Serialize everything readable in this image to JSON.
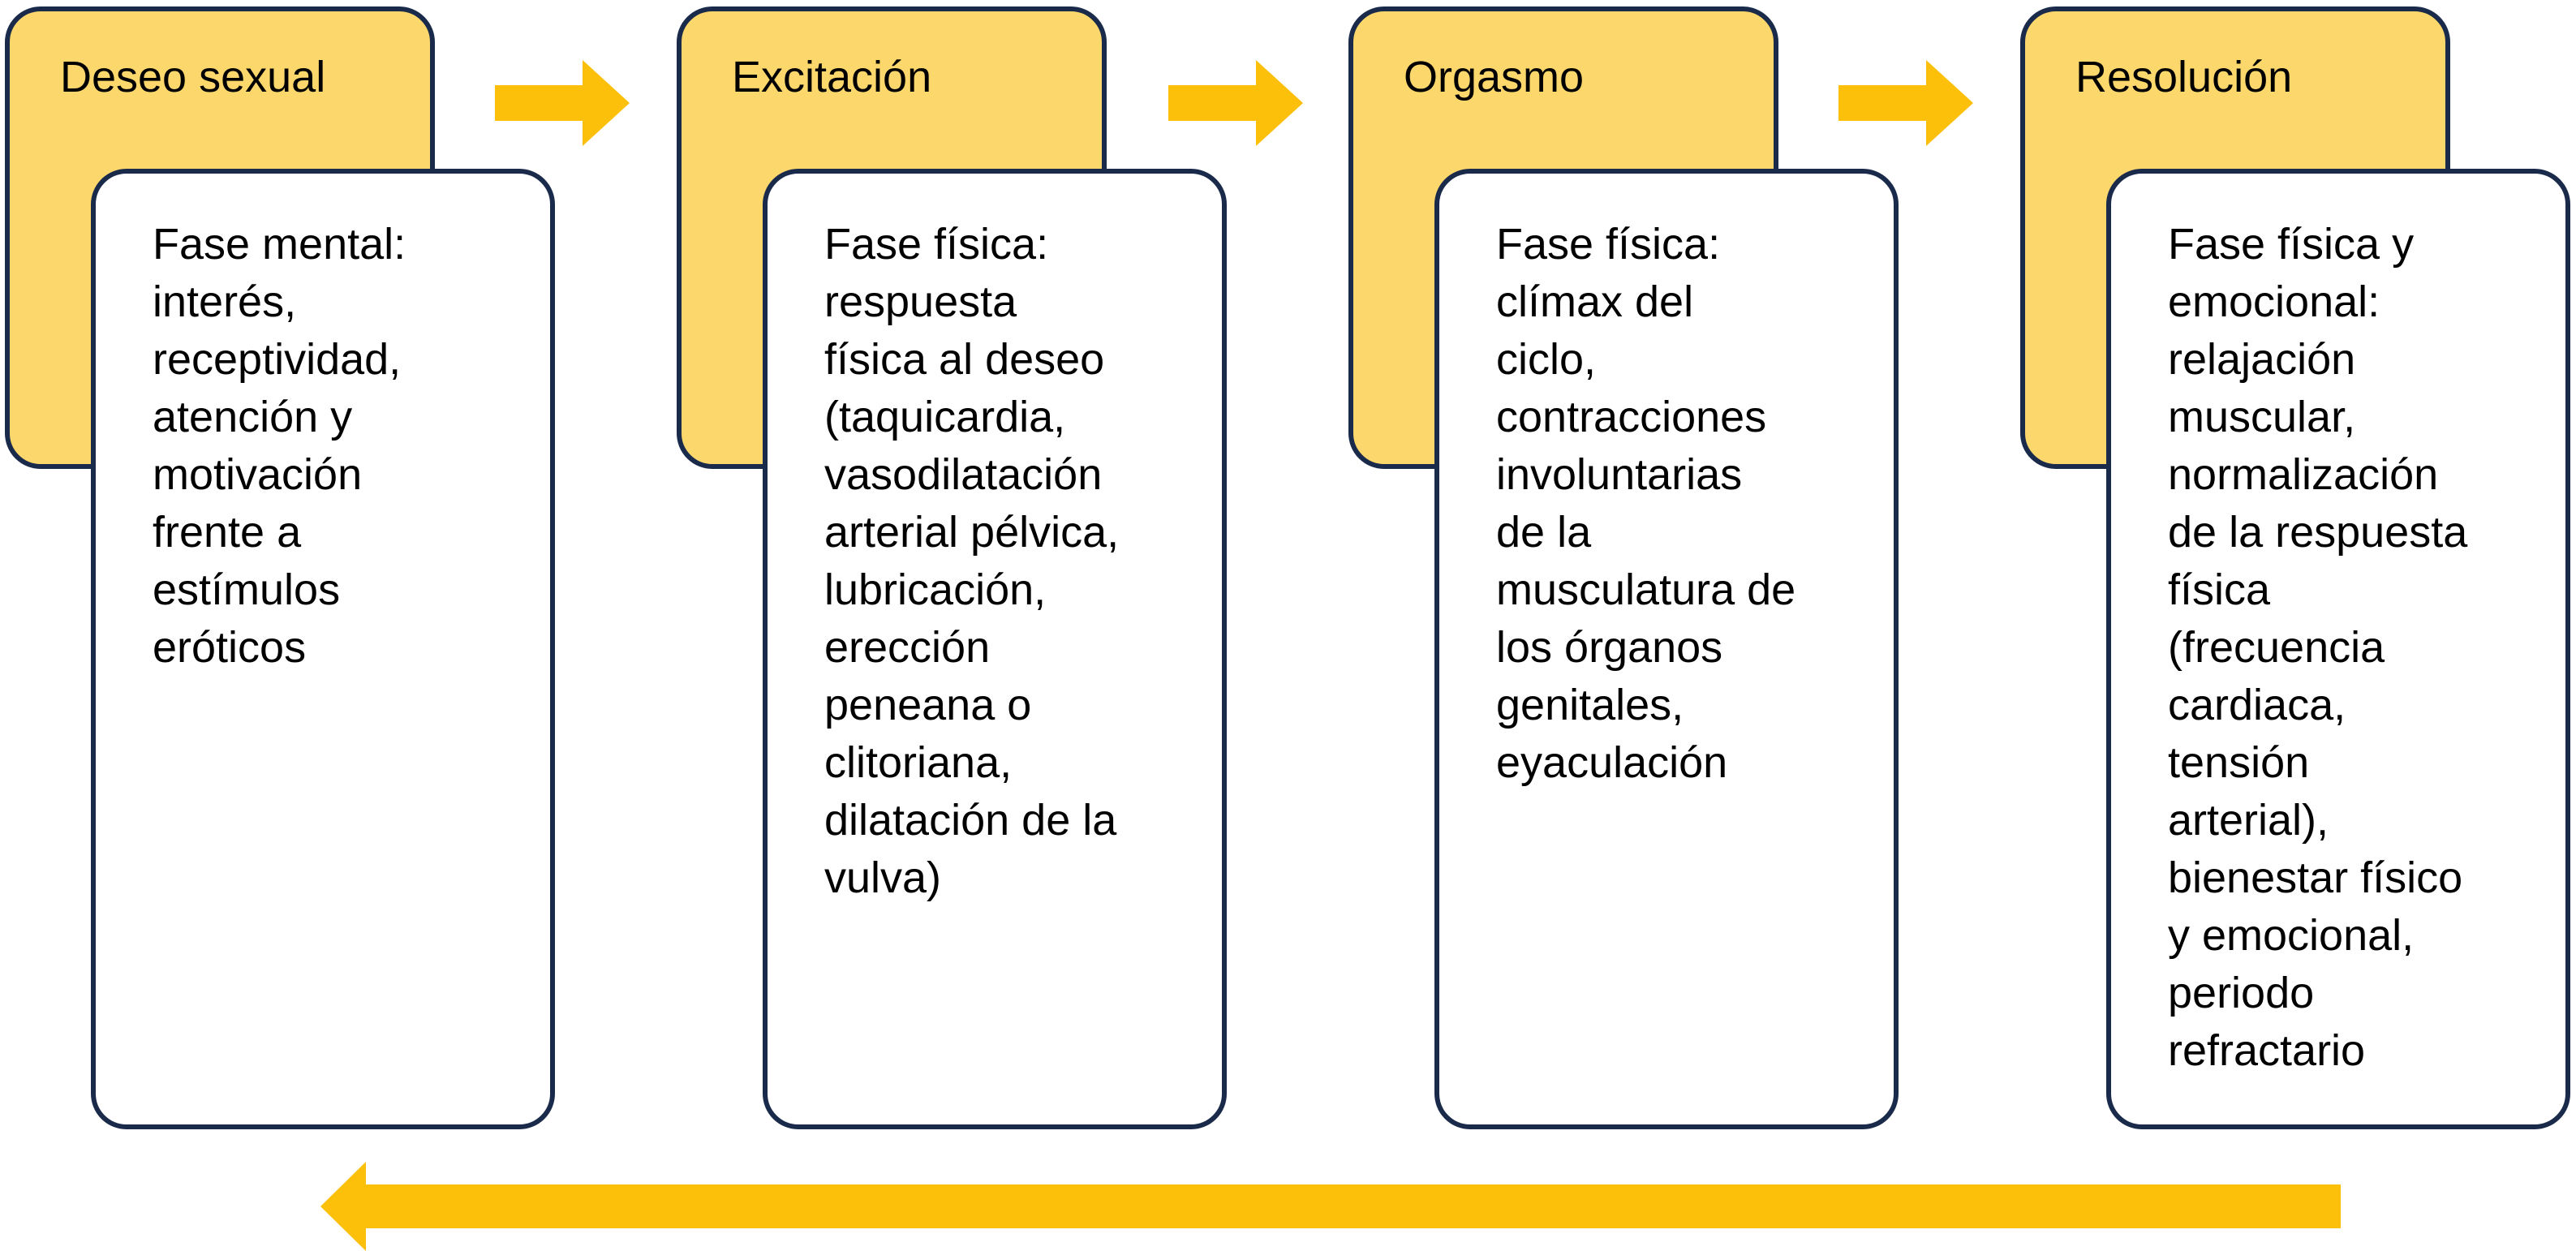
{
  "colors": {
    "title_fill": "#fcd76c",
    "border": "#1a2a4a",
    "arrow": "#fcbf0a",
    "desc_fill": "#ffffff"
  },
  "phases": [
    {
      "title": "Deseo sexual",
      "description": "Fase mental:\ninterés,\nreceptividad,\natención y\nmotivación\nfrente a\nestímulos\neróticos"
    },
    {
      "title": "Excitación",
      "description": "Fase física:\nrespuesta\nfísica al deseo\n(taquicardia,\nvasodilatación\narterial pélvica,\nlubricación,\nerección\npeneana o\nclitoriana,\ndilatación de la\nvulva)"
    },
    {
      "title": "Orgasmo",
      "description": "Fase física:\nclímax del\nciclo,\ncontracciones\ninvoluntarias\nde la\nmusculatura de\nlos órganos\ngenitales,\neyaculación"
    },
    {
      "title": "Resolución",
      "description": "Fase física y\nemocional:\nrelajación\nmuscular,\nnormalización\nde la respuesta\nfísica\n(frecuencia\ncardiaca,\ntensión\narterial),\nbienestar físico\ny emocional,\nperiodo\nrefractario"
    }
  ]
}
